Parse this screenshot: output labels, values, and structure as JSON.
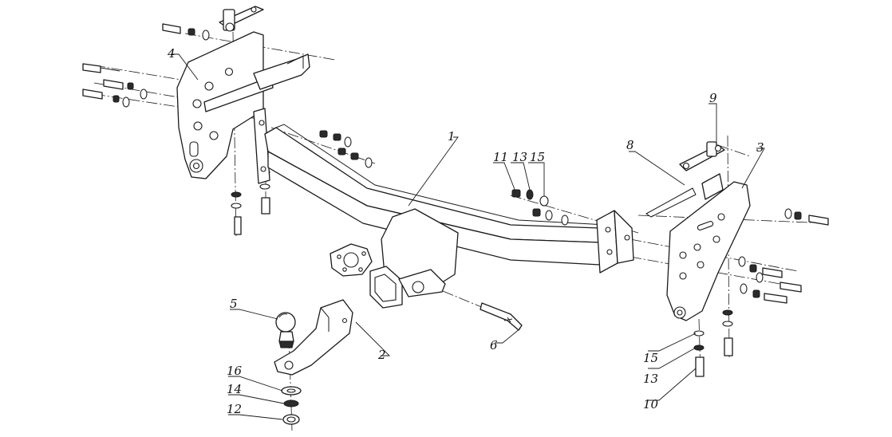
{
  "line_color": "#1a1a1a",
  "background": "#ffffff",
  "callouts": [
    {
      "id": "c1",
      "text": "1"
    },
    {
      "id": "c2",
      "text": "2"
    },
    {
      "id": "c3",
      "text": "3"
    },
    {
      "id": "c4",
      "text": "4"
    },
    {
      "id": "c5",
      "text": "5"
    },
    {
      "id": "c6",
      "text": "6"
    },
    {
      "id": "c8",
      "text": "8"
    },
    {
      "id": "c9",
      "text": "9"
    },
    {
      "id": "c11",
      "text": "11"
    },
    {
      "id": "c13a",
      "text": "13"
    },
    {
      "id": "c15a",
      "text": "15"
    },
    {
      "id": "c15b",
      "text": "15"
    },
    {
      "id": "c13b",
      "text": "13"
    },
    {
      "id": "c10",
      "text": "10"
    },
    {
      "id": "c16",
      "text": "16"
    },
    {
      "id": "c14",
      "text": "14"
    },
    {
      "id": "c12",
      "text": "12"
    }
  ]
}
